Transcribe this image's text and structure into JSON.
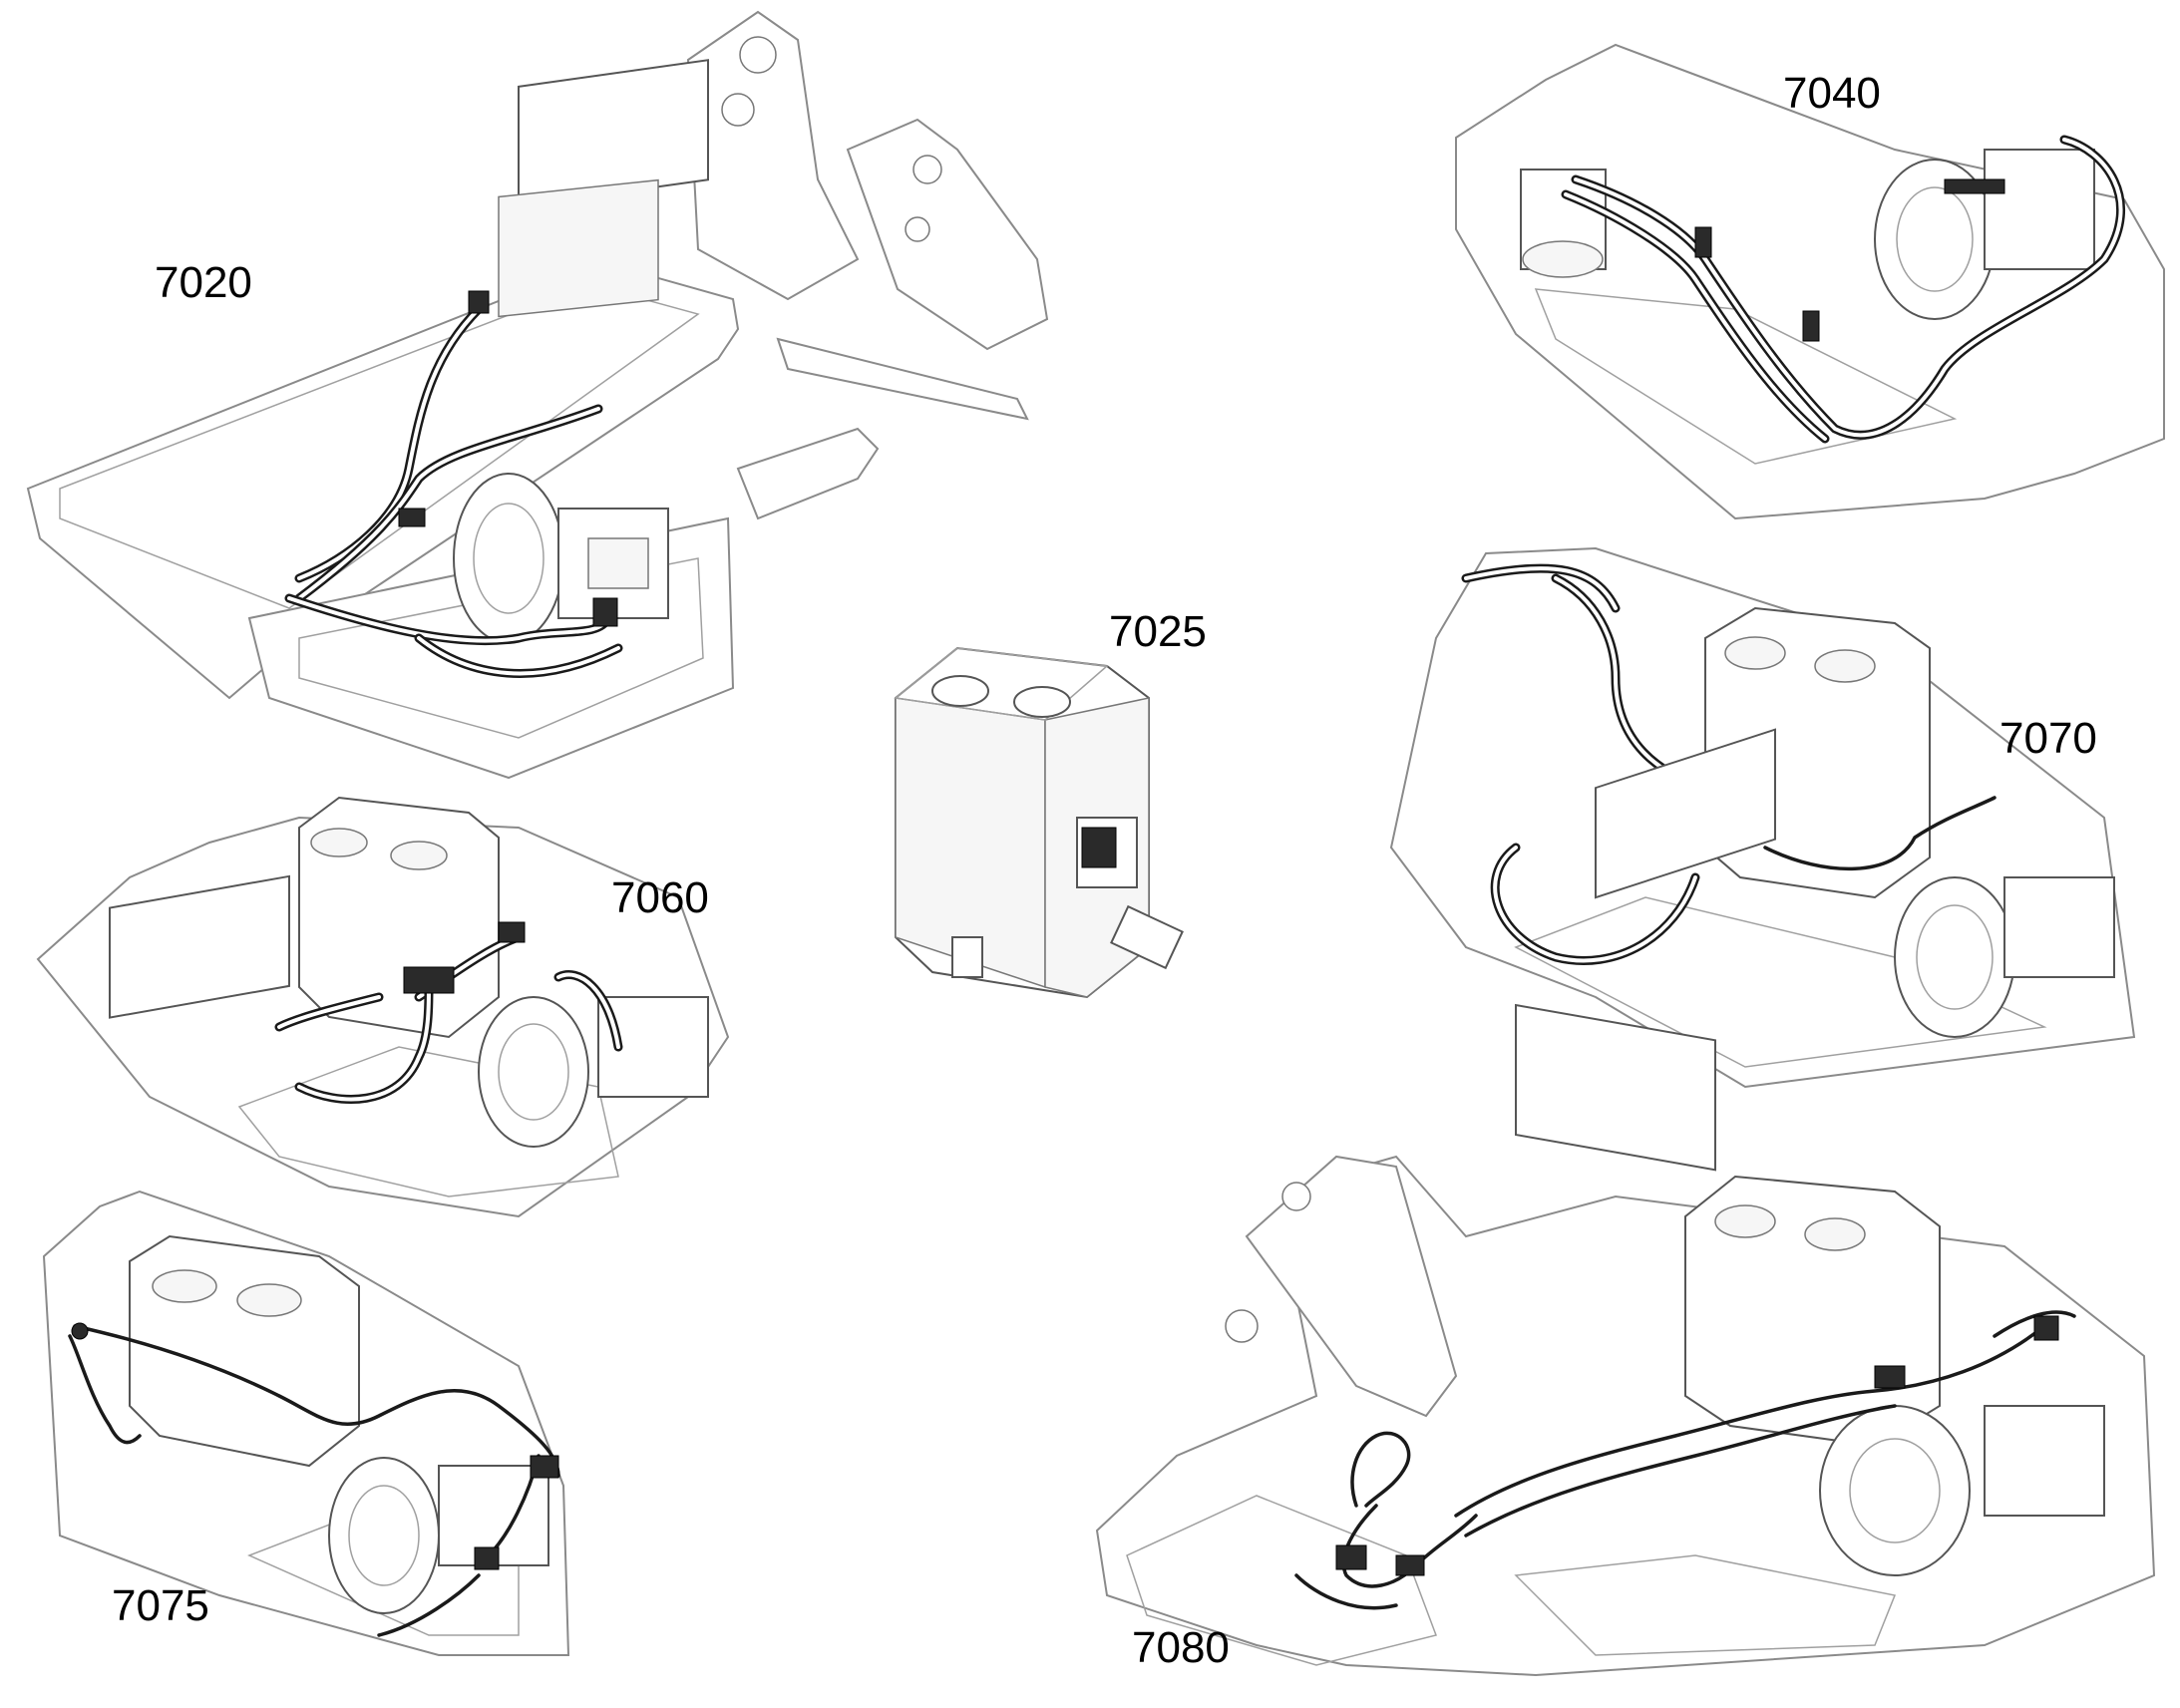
{
  "labels": {
    "l7020": "7020",
    "l7025": "7025",
    "l7040": "7040",
    "l7060": "7060",
    "l7070": "7070",
    "l7075": "7075",
    "l7080": "7080"
  },
  "colors": {
    "line": "#555555",
    "hose": "#1a1a1a",
    "background": "#ffffff"
  }
}
